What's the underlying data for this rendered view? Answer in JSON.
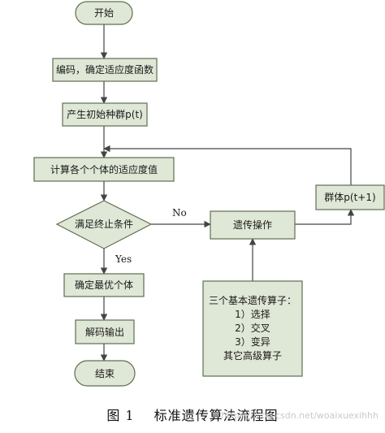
{
  "nodes": {
    "start": "开始",
    "encode": "编码，确定适应度函数",
    "init_pop": "产生初始种群p(t)",
    "fitness": "计算各个个体的适应度值",
    "terminate_check": "满足终止条件",
    "genetic_op": "遗传操作",
    "next_pop": "群体p(t+1)",
    "best": "确定最优个体",
    "decode": "解码输出",
    "end": "结束"
  },
  "operators_box": {
    "title": "三个基本遗传算子：",
    "items": [
      "1）选择",
      "2）交叉",
      "3）变异"
    ],
    "footer": "其它高级算子"
  },
  "edges": {
    "no_label": "No",
    "yes_label": "Yes"
  },
  "caption": {
    "figure_number": "图 1",
    "title": "标准遗传算法流程图"
  },
  "watermark": "https://blog.csdn.net/woaixuexihhh",
  "colors": {
    "node_fill": "#dfe7d6",
    "node_stroke": "#5f6f52",
    "line": "#444444"
  }
}
